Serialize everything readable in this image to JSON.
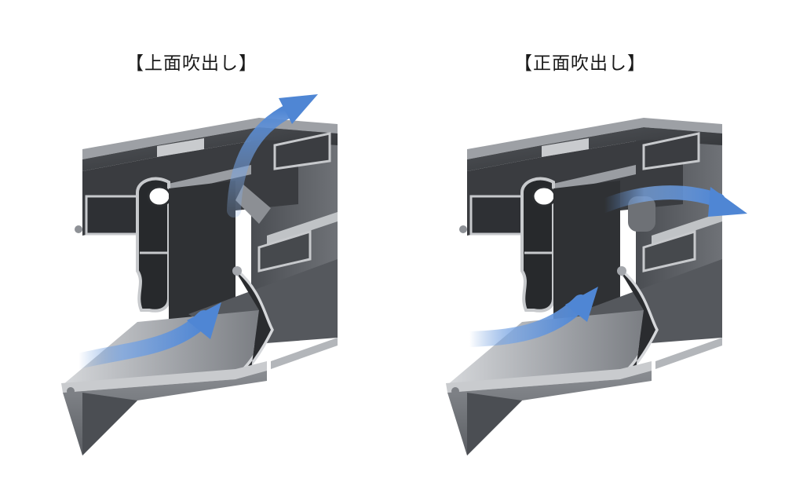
{
  "panels": [
    {
      "id": "top-outlet",
      "title": "【上面吹出し】"
    },
    {
      "id": "front-outlet",
      "title": "【正面吹出し】"
    }
  ],
  "colors": {
    "background": "#ffffff",
    "profile_dark": "#3d3f43",
    "profile_mid": "#6a6d72",
    "profile_light": "#b9bcc0",
    "airflow": "#5a8fd8"
  }
}
